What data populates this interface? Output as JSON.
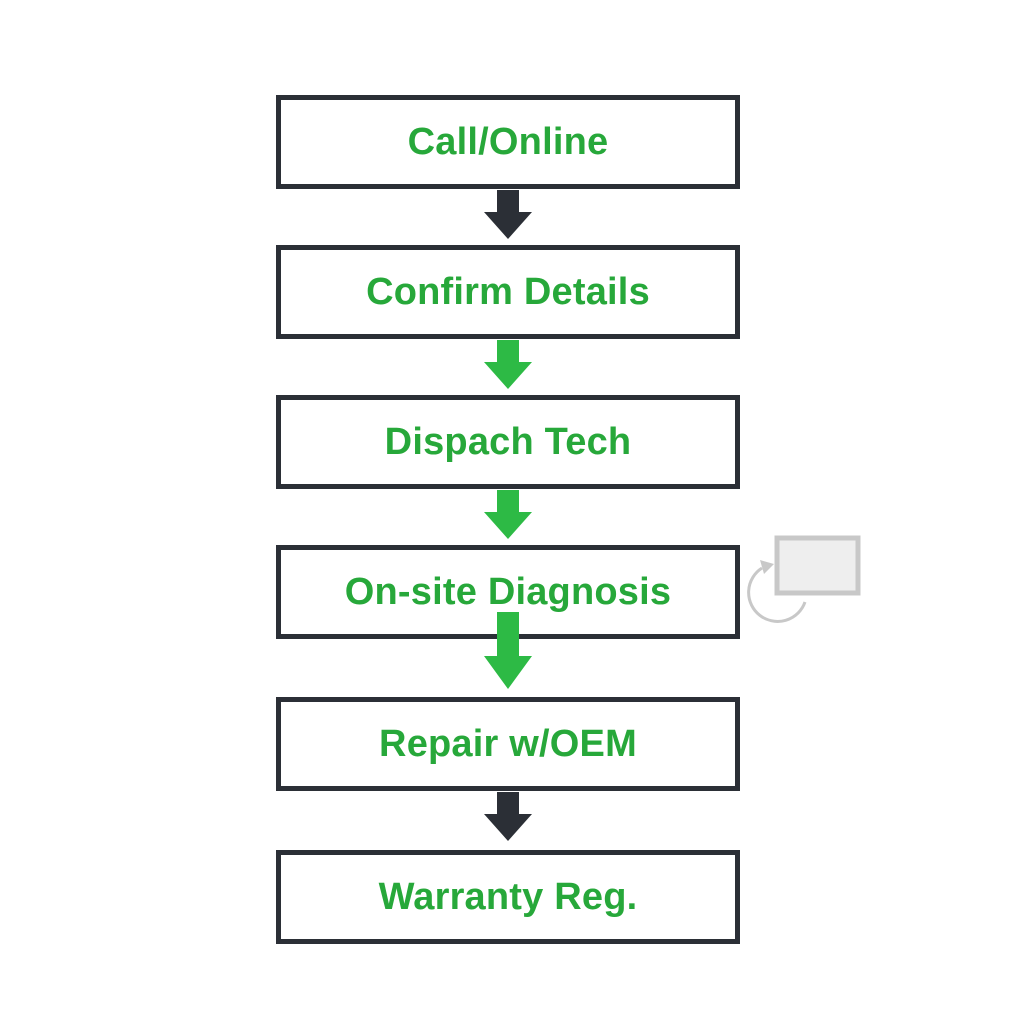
{
  "colors": {
    "text": "#27a83a",
    "border": "#2b2f36",
    "arrow_dark": "#2b2f36",
    "arrow_green": "#2dba45",
    "side_icon": "#c8c8c8"
  },
  "steps": [
    {
      "label": "Call/Online"
    },
    {
      "label": "Confirm Details"
    },
    {
      "label": "Dispach Tech"
    },
    {
      "label": "On-site Diagnosis"
    },
    {
      "label": "Repair w/OEM"
    },
    {
      "label": "Warranty Reg."
    }
  ],
  "connectors": [
    {
      "color": "dark"
    },
    {
      "color": "green"
    },
    {
      "color": "green"
    },
    {
      "color": "green"
    },
    {
      "color": "dark"
    }
  ],
  "side_icon": {
    "name": "screen-cycle-icon",
    "attached_to_step": 4
  }
}
